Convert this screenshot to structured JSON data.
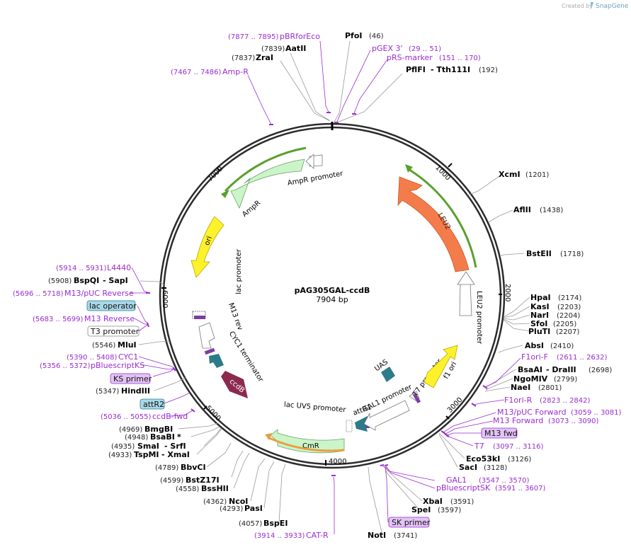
{
  "header": {
    "credit": "Created by",
    "brand": "SnapGene"
  },
  "plasmid": {
    "name": "pAG305GAL-ccdB",
    "size_label": "7904 bp"
  },
  "ticks": [
    "1000",
    "2000",
    "3000",
    "4000",
    "5000",
    "6000",
    "7000"
  ],
  "enzymes": [
    {
      "name": "PfoI",
      "pos": "(46)"
    },
    {
      "name": "AatII",
      "pos": "(7839)"
    },
    {
      "name": "ZraI",
      "pos": "(7837)"
    },
    {
      "name": "PflFI",
      "pos": "(192)",
      "extra": "- Tth111I"
    },
    {
      "name": "XcmI",
      "pos": "(1201)"
    },
    {
      "name": "AflII",
      "pos": "(1438)"
    },
    {
      "name": "BstEII",
      "pos": "(1718)"
    },
    {
      "name": "HpaI",
      "pos": "(2174)"
    },
    {
      "name": "KasI",
      "pos": "(2203)"
    },
    {
      "name": "NarI",
      "pos": "(2204)"
    },
    {
      "name": "SfoI",
      "pos": "(2205)"
    },
    {
      "name": "PluTI",
      "pos": "(2207)"
    },
    {
      "name": "AbsI",
      "pos": "(2410)"
    },
    {
      "name": "BsaAI",
      "pos": "(2698)",
      "extra": "- DraIII"
    },
    {
      "name": "NgoMIV",
      "pos": "(2799)"
    },
    {
      "name": "NaeI",
      "pos": "(2801)"
    },
    {
      "name": "Eco53kI",
      "pos": "(3126)"
    },
    {
      "name": "SacI",
      "pos": "(3128)"
    },
    {
      "name": "XbaI",
      "pos": "(3591)"
    },
    {
      "name": "SpeI",
      "pos": "(3597)"
    },
    {
      "name": "NotI",
      "pos": "(3741)"
    },
    {
      "name": "BspEI",
      "pos": "(4057)"
    },
    {
      "name": "PasI",
      "pos": "(4293)"
    },
    {
      "name": "NcoI",
      "pos": "(4362)"
    },
    {
      "name": "BssHII",
      "pos": "(4558)"
    },
    {
      "name": "BstZ17I",
      "pos": "(4599)"
    },
    {
      "name": "BbvCI",
      "pos": "(4789)"
    },
    {
      "name": "TspMI",
      "pos": "(4933)",
      "extra": "- XmaI"
    },
    {
      "name": "SmaI",
      "pos": "(4935)",
      "extra": "- SrfI"
    },
    {
      "name": "BsaBI",
      "pos": "(4948)",
      "extra": "*"
    },
    {
      "name": "BmgBI",
      "pos": "(4969)"
    },
    {
      "name": "HindIII",
      "pos": "(5347)"
    },
    {
      "name": "MluI",
      "pos": "(5546)"
    },
    {
      "name": "BspQI",
      "pos": "(5908)",
      "extra": "- SapI"
    }
  ],
  "primers": [
    {
      "name": "pBRforEco",
      "range": "(7877 .. 7895)"
    },
    {
      "name": "pGEX 3'",
      "range": "(29 .. 51)"
    },
    {
      "name": "pRS-marker",
      "range": "(151 .. 170)"
    },
    {
      "name": "Amp-R",
      "range": "(7467 .. 7486)"
    },
    {
      "name": "F1ori-F",
      "range": "(2611 .. 2632)"
    },
    {
      "name": "F1ori-R",
      "range": "(2823 .. 2842)"
    },
    {
      "name": "M13/pUC Forward",
      "range": "(3059 .. 3081)"
    },
    {
      "name": "M13 Forward",
      "range": "(3073 .. 3090)"
    },
    {
      "name": "M13 fwd",
      "range": ""
    },
    {
      "name": "T7",
      "range": "(3097 .. 3116)"
    },
    {
      "name": "GAL1",
      "range": "(3547 .. 3570)"
    },
    {
      "name": "pBluescriptSK",
      "range": "(3591 .. 3607)"
    },
    {
      "name": "SK primer",
      "range": ""
    },
    {
      "name": "CAT-R",
      "range": "(3914 .. 3933)"
    },
    {
      "name": "ccdB-fwd",
      "range": "(5036 .. 5055)"
    },
    {
      "name": "attR2",
      "range": ""
    },
    {
      "name": "KS primer",
      "range": ""
    },
    {
      "name": "pBluescriptKS",
      "range": "(5356 .. 5372)"
    },
    {
      "name": "CYC1",
      "range": "(5390 .. 5408)"
    },
    {
      "name": "T3 promoter",
      "range": ""
    },
    {
      "name": "M13 Reverse",
      "range": "(5683 .. 5699)"
    },
    {
      "name": "lac operator",
      "range": ""
    },
    {
      "name": "M13/pUC Reverse",
      "range": "(5696 .. 5718)"
    },
    {
      "name": "L4440",
      "range": "(5914 .. 5931)"
    }
  ],
  "features": {
    "leu2": "LEU2",
    "leu2_promoter": "LEU2 promoter",
    "ampr": "AmpR",
    "ampr_promoter": "AmpR promoter",
    "ori": "ori",
    "lac_promoter": "lac promoter",
    "m13_rev": "M13 rev",
    "cyc1_terminator": "CYC1 terminator",
    "ccdb": "ccdB",
    "cmr": "CmR",
    "lacuv5_promoter": "lac UV5 promoter",
    "attr1": "attR1",
    "gal1_promoter": "GAL1 promoter",
    "t7_promoter": "T7 promoter",
    "uas": "UAS",
    "f1_ori": "f1 ori"
  },
  "colors": {
    "leu2": "#f47c4b",
    "ampr": "#cbf5c8",
    "ori": "#fdf12a",
    "ccdb": "#8b2a4e",
    "teal": "#2b7b8a",
    "primer": "#9a2bd0",
    "green_bar": "#5aa02c",
    "orange_bar": "#e8a040"
  }
}
